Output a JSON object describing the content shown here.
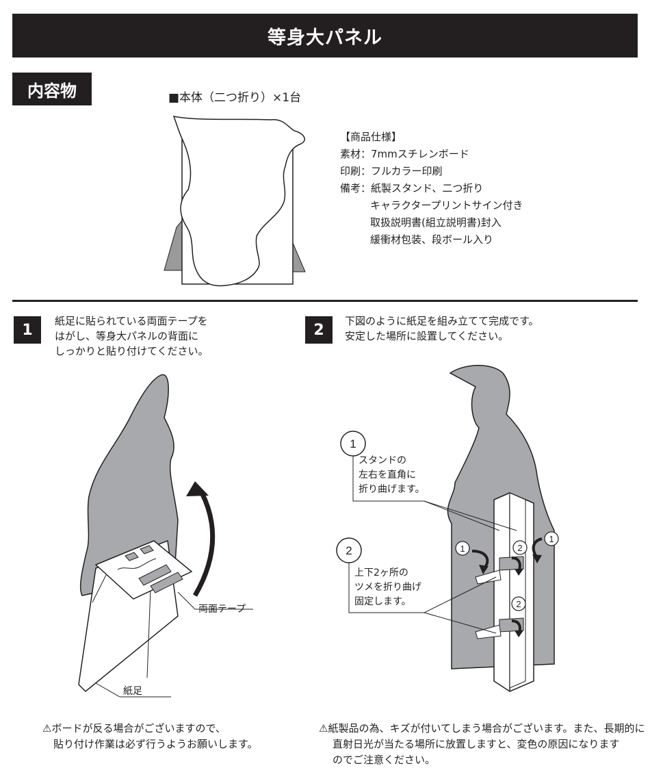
{
  "header": {
    "title": "等身大パネル"
  },
  "contents": {
    "label": "内容物",
    "body_item": "■本体（二つ折り）×1台"
  },
  "specs": {
    "heading": "【商品仕様】",
    "lines": [
      "素材：7mmスチレンボード",
      "印刷：フルカラー印刷",
      "備考：紙製スタンド、二つ折り",
      "キャラクタープリントサイン付き",
      "取扱説明書(組立説明書)封入",
      "緩衝材包装、段ボール入り"
    ]
  },
  "step1": {
    "number": "1",
    "text": [
      "紙足に貼られている両面テープを",
      "はがし、等身大パネルの背面に",
      "しっかりと貼り付けてください。"
    ],
    "label_tape": "両面テープ",
    "label_foot": "紙足",
    "note": [
      "⚠ボードが反る場合がございますので、",
      "貼り付け作業は必ず行うようお願いします。"
    ]
  },
  "step2": {
    "number": "2",
    "text": [
      "下図のように紙足を組み立てて完成です。",
      "安定した場所に設置してください。"
    ],
    "callout1": {
      "num": "1",
      "lines": [
        "スタンドの",
        "左右を直角に",
        "折り曲げます。"
      ]
    },
    "callout2": {
      "num": "2",
      "lines": [
        "上下2ヶ所の",
        "ツメを折り曲げ",
        "固定します。"
      ]
    },
    "marker1": "1",
    "marker2": "2",
    "note": [
      "⚠紙製品の為、キズが付いてしまう場合がございます。また、長期的に",
      "直射日光が当たる場所に放置しますと、変色の原因になります",
      "のでご注意ください。"
    ]
  }
}
